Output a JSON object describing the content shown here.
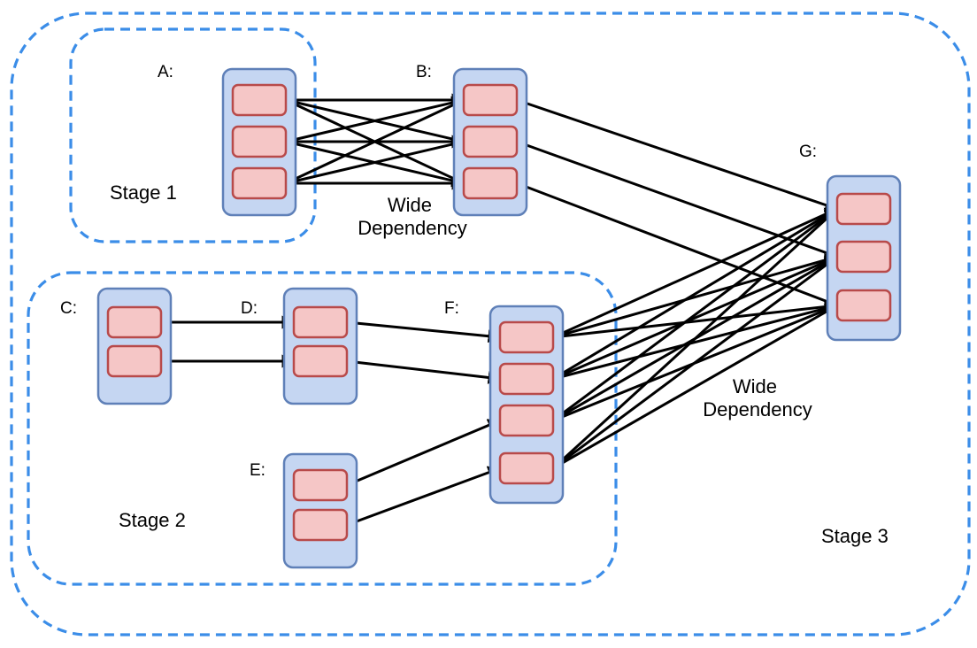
{
  "stages": [
    {
      "id": "stage1",
      "label": "Stage 1"
    },
    {
      "id": "stage2",
      "label": "Stage 2"
    },
    {
      "id": "stage3",
      "label": "Stage 3"
    }
  ],
  "rdds": [
    {
      "id": "A",
      "label": "A:",
      "partitions": 3
    },
    {
      "id": "B",
      "label": "B:",
      "partitions": 3
    },
    {
      "id": "C",
      "label": "C:",
      "partitions": 2
    },
    {
      "id": "D",
      "label": "D:",
      "partitions": 2
    },
    {
      "id": "E",
      "label": "E:",
      "partitions": 2
    },
    {
      "id": "F",
      "label": "F:",
      "partitions": 4
    },
    {
      "id": "G",
      "label": "G:",
      "partitions": 3
    }
  ],
  "dependencies": [
    {
      "from": "A",
      "to": "B",
      "type": "wide",
      "label": "Wide\nDependency"
    },
    {
      "from": "C",
      "to": "D",
      "type": "narrow"
    },
    {
      "from": "D",
      "to": "F",
      "type": "narrow"
    },
    {
      "from": "E",
      "to": "F",
      "type": "narrow"
    },
    {
      "from": "B",
      "to": "G",
      "type": "narrow"
    },
    {
      "from": "F",
      "to": "G",
      "type": "wide",
      "label": "Wide\nDependency"
    }
  ],
  "colors": {
    "stage_border": "#3b8de8",
    "rdd_fill": "#c5d6f2",
    "rdd_border": "#5f80b8",
    "partition_fill": "#f5c6c6",
    "partition_border": "#b84a4a",
    "edge": "#000000"
  }
}
